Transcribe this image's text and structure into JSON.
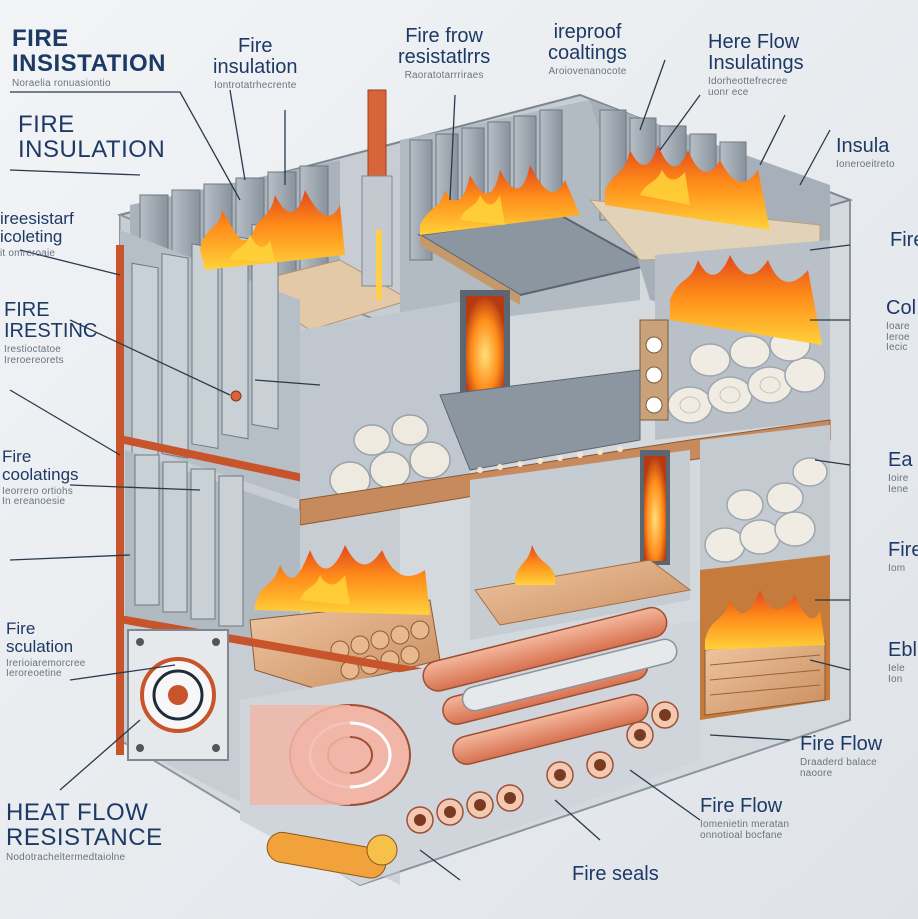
{
  "labels": {
    "l1": {
      "title": "FIRE\nINSISTATION",
      "sub": "Noraelia ronuasiontio"
    },
    "l2": {
      "title": "Fire\ninsulation",
      "sub": "Iontrotatrhecrente"
    },
    "l3": {
      "title": "Fire frow\nresistatlrrs",
      "sub": "Raoratotarrriraes"
    },
    "l4": {
      "title": "ireproof\ncoaltings",
      "sub": "Aroiovenanocote"
    },
    "l5": {
      "title": "Here Flow\nInsulatings",
      "sub": "Idorheottefrecree\nuonr ece"
    },
    "l6": {
      "title": "FIRE\nINSULATION",
      "sub": ""
    },
    "l7": {
      "title": "Insula",
      "sub": "Ioneroeitreto"
    },
    "l8": {
      "title": "ireesistarf\nicoleting",
      "sub": "it omreroaie"
    },
    "l9": {
      "title": "Fire",
      "sub": ""
    },
    "l10": {
      "title": "FIRE\nIRESTINC",
      "sub": "Irestioctatoe\nIreroereorets"
    },
    "l11": {
      "title": "Col",
      "sub": "Ioare\nIeroe\nIecic"
    },
    "l12": {
      "title": "Fire\ncoolatings",
      "sub": "Ieorrero ortiohs\nIn ereanoesie"
    },
    "l13": {
      "title": "Ea",
      "sub": "Ioire\nIene"
    },
    "l14": {
      "title": "Fire",
      "sub": "Iom"
    },
    "l15": {
      "title": "Fire\nsculation",
      "sub": "Irerioiaremorcree\nIeroreoetine"
    },
    "l16": {
      "title": "Ebl",
      "sub": "Iele\nIon"
    },
    "l17": {
      "title": "Fire Flow",
      "sub": "Draaderd balace\nnaoore"
    },
    "l18": {
      "title": "HEAT FLOW\nRESISTANCE",
      "sub": "Nodotracheltermedtaiolne"
    },
    "l19": {
      "title": "Fire Flow",
      "sub": "Iomenietin meratan\nonnotioal bocfane"
    },
    "l20": {
      "title": "Fire seals",
      "sub": ""
    }
  },
  "colors": {
    "background": "#e9ecef",
    "label": "#1d3a66",
    "flame": "#ff8c1a",
    "flame_core": "#ffd23a",
    "wall": "#9aa3ad",
    "frame": "#c8542b",
    "insulation_roll": "#f0ece4",
    "pipe": "#e98b6b"
  },
  "icons": [
    "flame-icon",
    "pipe-icon",
    "insulation-roll-icon",
    "speaker-vent-icon"
  ]
}
